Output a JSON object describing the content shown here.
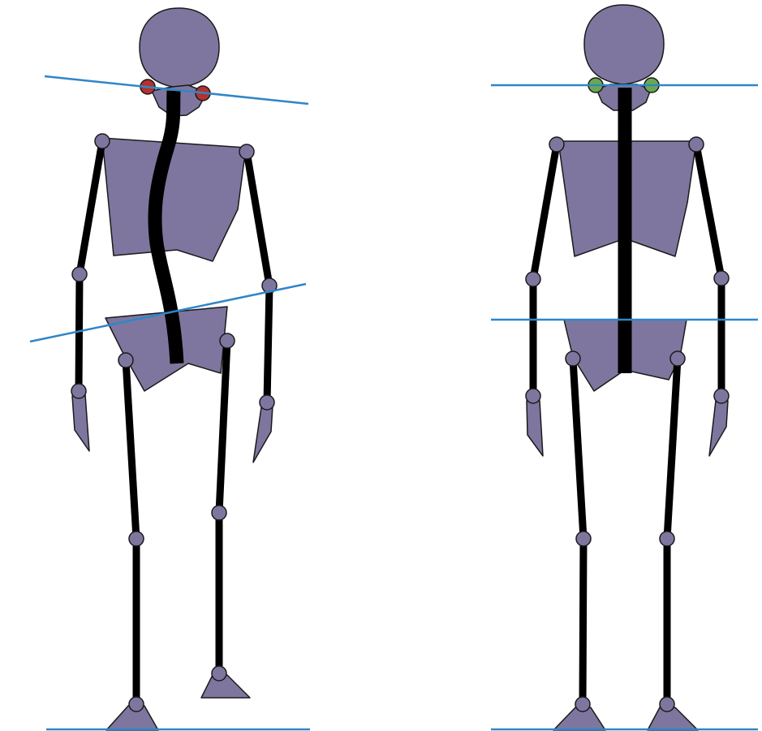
{
  "colors": {
    "background": "#ffffff",
    "body_fill": "#7f769f",
    "outline": "#1a1a1a",
    "bone": "#000000",
    "reference_line": "#2f86c8",
    "misaligned_joint": "#b3312e",
    "aligned_joint": "#6aa84f"
  },
  "figures": [
    {
      "id": "scoliosis",
      "posture": "misaligned",
      "ear_marker_color": "misaligned_joint"
    },
    {
      "id": "normal",
      "posture": "aligned",
      "ear_marker_color": "aligned_joint"
    }
  ]
}
